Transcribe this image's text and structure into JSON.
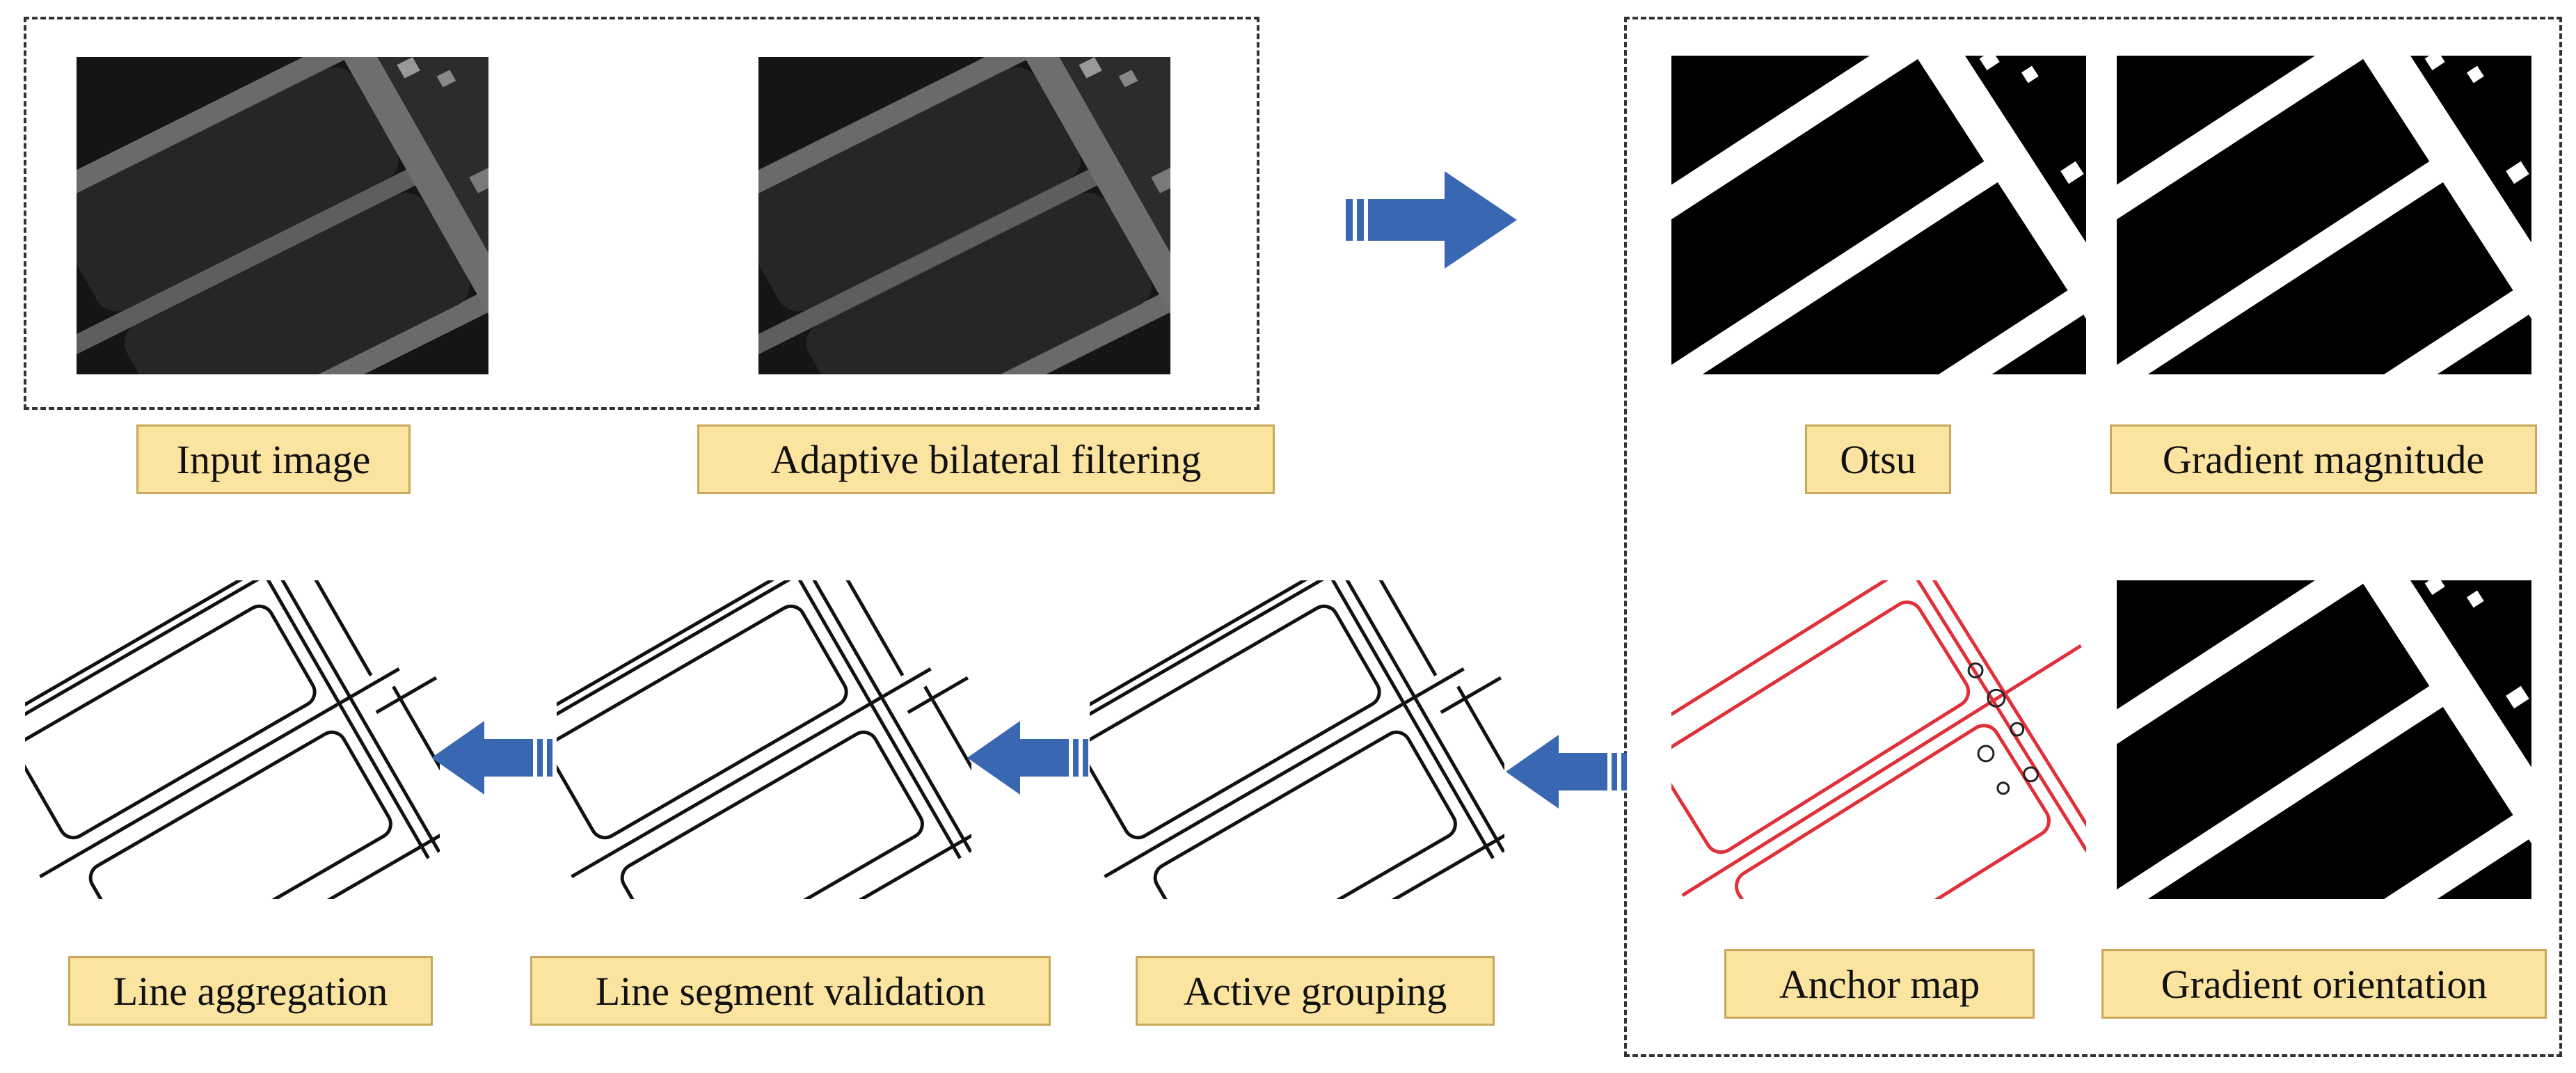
{
  "labels": {
    "input_image": "Input image",
    "adaptive_bilateral_filtering": "Adaptive bilateral filtering",
    "otsu": "Otsu",
    "gradient_magnitude": "Gradient magnitude",
    "anchor_map": "Anchor map",
    "gradient_orientation": "Gradient orientation",
    "active_grouping": "Active grouping",
    "line_segment_validation": "Line segment validation",
    "line_aggregation": "Line aggregation"
  },
  "colors": {
    "label_fill": "#fbe3a0",
    "label_border": "#c9a85c",
    "arrow": "#3a67b1",
    "anchor_red": "#e0303a"
  },
  "icons": {
    "flow_arrow": "arrow-right-icon",
    "return_arrow": "arrow-left-icon"
  }
}
